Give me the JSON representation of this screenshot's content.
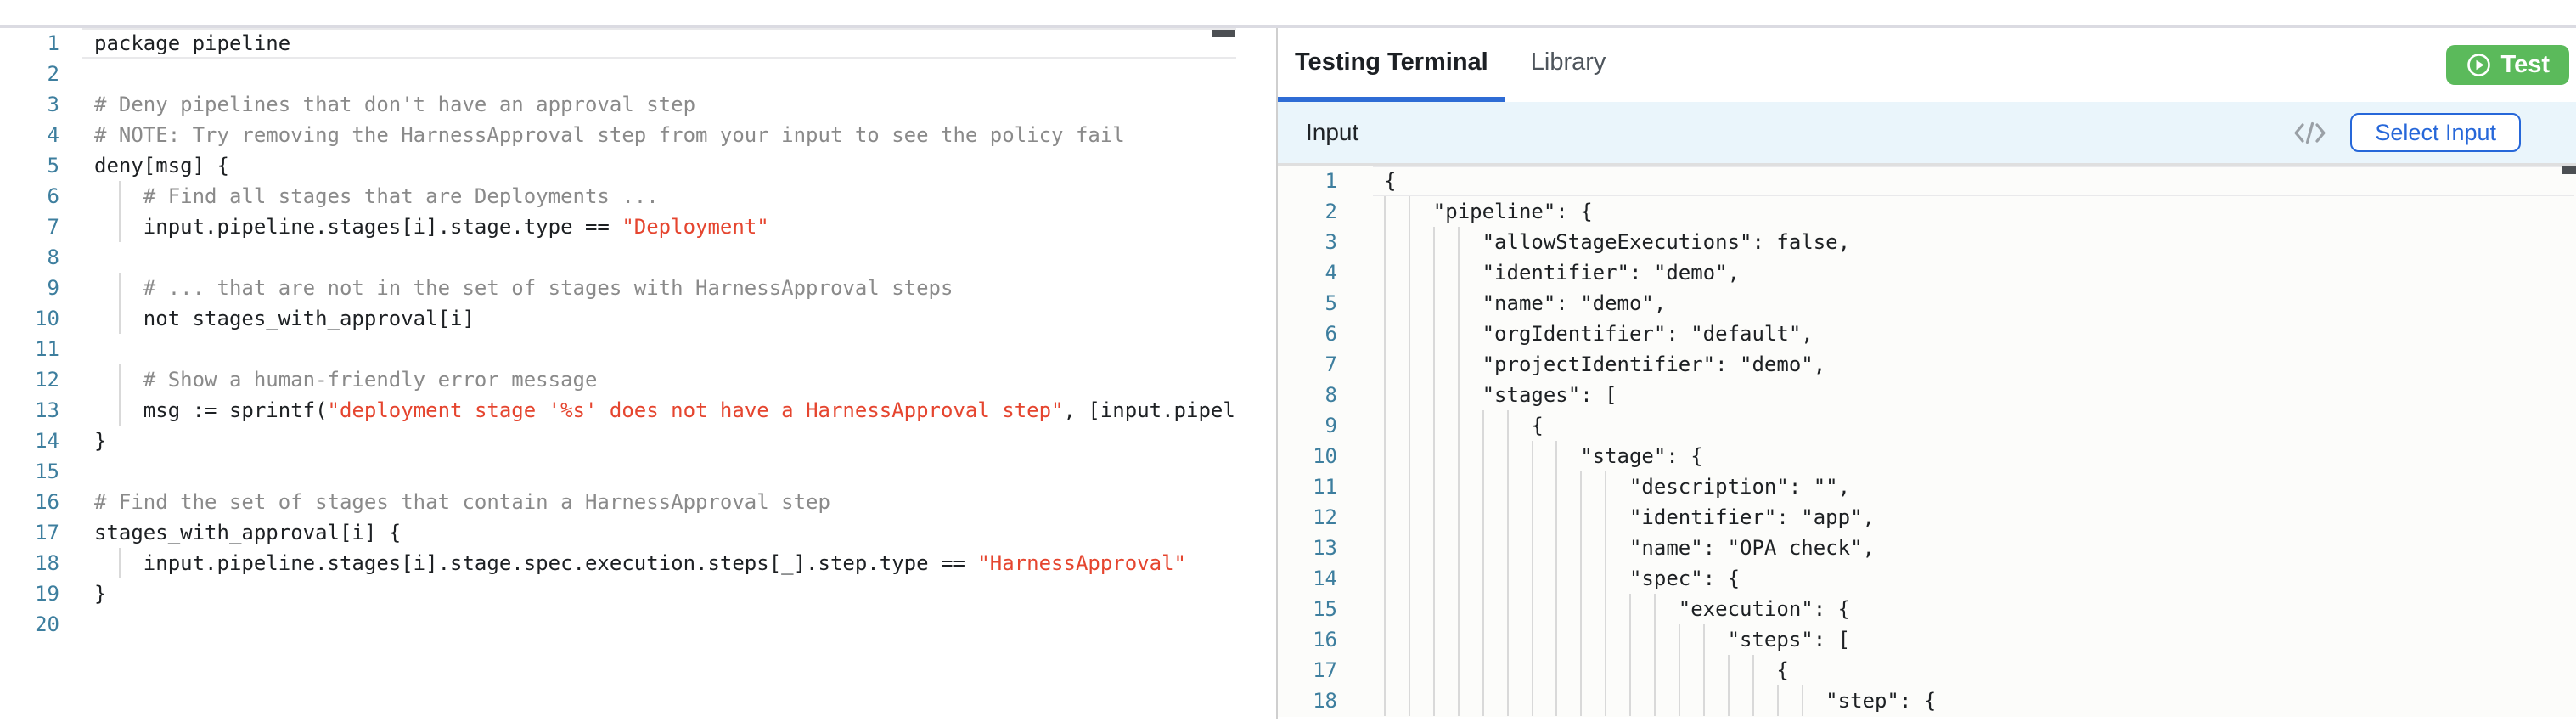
{
  "colors": {
    "accent_blue": "#2e6cd5",
    "button_blue": "#2667d9",
    "test_green": "#5bba5b",
    "string_red": "#e5452f",
    "comment_gray": "#8a8a8a",
    "line_number_blue": "#3d7e9e",
    "input_bar_bg": "#eaf5fb"
  },
  "policy_editor": {
    "language": "rego",
    "lines": [
      {
        "num": 1,
        "indent": 0,
        "current": true,
        "segments": [
          {
            "text": "package pipeline",
            "style": "default"
          }
        ]
      },
      {
        "num": 2,
        "indent": 0,
        "segments": []
      },
      {
        "num": 3,
        "indent": 0,
        "segments": [
          {
            "text": "# Deny pipelines that don't have an approval step",
            "style": "comment"
          }
        ]
      },
      {
        "num": 4,
        "indent": 0,
        "segments": [
          {
            "text": "# NOTE: Try removing the HarnessApproval step from your input to see the policy fail",
            "style": "comment"
          }
        ]
      },
      {
        "num": 5,
        "indent": 0,
        "segments": [
          {
            "text": "deny[msg] {",
            "style": "default"
          }
        ]
      },
      {
        "num": 6,
        "indent": 4,
        "segments": [
          {
            "text": "    # Find all stages that are Deployments ...",
            "style": "comment"
          }
        ]
      },
      {
        "num": 7,
        "indent": 4,
        "segments": [
          {
            "text": "    input.pipeline.stages[i].stage.type == ",
            "style": "default"
          },
          {
            "text": "\"Deployment\"",
            "style": "string"
          }
        ]
      },
      {
        "num": 8,
        "indent": 0,
        "segments": []
      },
      {
        "num": 9,
        "indent": 4,
        "segments": [
          {
            "text": "    # ... that are not in the set of stages with HarnessApproval steps",
            "style": "comment"
          }
        ]
      },
      {
        "num": 10,
        "indent": 4,
        "segments": [
          {
            "text": "    not stages_with_approval[i]",
            "style": "default"
          }
        ]
      },
      {
        "num": 11,
        "indent": 0,
        "segments": []
      },
      {
        "num": 12,
        "indent": 4,
        "segments": [
          {
            "text": "    # Show a human-friendly error message",
            "style": "comment"
          }
        ]
      },
      {
        "num": 13,
        "indent": 4,
        "segments": [
          {
            "text": "    msg := sprintf(",
            "style": "default"
          },
          {
            "text": "\"deployment stage '%s' does not have a HarnessApproval step\"",
            "style": "string"
          },
          {
            "text": ", [input.pipel",
            "style": "default"
          }
        ]
      },
      {
        "num": 14,
        "indent": 0,
        "segments": [
          {
            "text": "}",
            "style": "default"
          }
        ]
      },
      {
        "num": 15,
        "indent": 0,
        "segments": []
      },
      {
        "num": 16,
        "indent": 0,
        "segments": [
          {
            "text": "# Find the set of stages that contain a HarnessApproval step",
            "style": "comment"
          }
        ]
      },
      {
        "num": 17,
        "indent": 0,
        "segments": [
          {
            "text": "stages_with_approval[i] {",
            "style": "default"
          }
        ]
      },
      {
        "num": 18,
        "indent": 4,
        "segments": [
          {
            "text": "    input.pipeline.stages[i].stage.spec.execution.steps[_].step.type == ",
            "style": "default"
          },
          {
            "text": "\"HarnessApproval\"",
            "style": "string"
          }
        ]
      },
      {
        "num": 19,
        "indent": 0,
        "segments": [
          {
            "text": "}",
            "style": "default"
          }
        ]
      },
      {
        "num": 20,
        "indent": 0,
        "segments": []
      }
    ]
  },
  "right_panel": {
    "tabs": [
      {
        "label": "Testing Terminal",
        "active": true
      },
      {
        "label": "Library",
        "active": false
      }
    ],
    "test_button": {
      "label": "Test",
      "icon": "play-circle-icon"
    },
    "input_header": {
      "title": "Input",
      "code_icon": "code-icon",
      "select_button_label": "Select Input"
    },
    "json_editor": {
      "language": "json",
      "lines": [
        {
          "num": 1,
          "indent": 0,
          "current": true,
          "segments": [
            {
              "text": "{",
              "style": "default"
            }
          ]
        },
        {
          "num": 2,
          "indent": 4,
          "segments": [
            {
              "text": "    \"pipeline\": {",
              "style": "default"
            }
          ]
        },
        {
          "num": 3,
          "indent": 8,
          "segments": [
            {
              "text": "        \"allowStageExecutions\": false,",
              "style": "default"
            }
          ]
        },
        {
          "num": 4,
          "indent": 8,
          "segments": [
            {
              "text": "        \"identifier\": \"demo\",",
              "style": "default"
            }
          ]
        },
        {
          "num": 5,
          "indent": 8,
          "segments": [
            {
              "text": "        \"name\": \"demo\",",
              "style": "default"
            }
          ]
        },
        {
          "num": 6,
          "indent": 8,
          "segments": [
            {
              "text": "        \"orgIdentifier\": \"default\",",
              "style": "default"
            }
          ]
        },
        {
          "num": 7,
          "indent": 8,
          "segments": [
            {
              "text": "        \"projectIdentifier\": \"demo\",",
              "style": "default"
            }
          ]
        },
        {
          "num": 8,
          "indent": 8,
          "segments": [
            {
              "text": "        \"stages\": [",
              "style": "default"
            }
          ]
        },
        {
          "num": 9,
          "indent": 12,
          "segments": [
            {
              "text": "            {",
              "style": "default"
            }
          ]
        },
        {
          "num": 10,
          "indent": 16,
          "segments": [
            {
              "text": "                \"stage\": {",
              "style": "default"
            }
          ]
        },
        {
          "num": 11,
          "indent": 20,
          "segments": [
            {
              "text": "                    \"description\": \"\",",
              "style": "default"
            }
          ]
        },
        {
          "num": 12,
          "indent": 20,
          "segments": [
            {
              "text": "                    \"identifier\": \"app\",",
              "style": "default"
            }
          ]
        },
        {
          "num": 13,
          "indent": 20,
          "segments": [
            {
              "text": "                    \"name\": \"OPA check\",",
              "style": "default"
            }
          ]
        },
        {
          "num": 14,
          "indent": 20,
          "segments": [
            {
              "text": "                    \"spec\": {",
              "style": "default"
            }
          ]
        },
        {
          "num": 15,
          "indent": 24,
          "segments": [
            {
              "text": "                        \"execution\": {",
              "style": "default"
            }
          ]
        },
        {
          "num": 16,
          "indent": 28,
          "segments": [
            {
              "text": "                            \"steps\": [",
              "style": "default"
            }
          ]
        },
        {
          "num": 17,
          "indent": 32,
          "segments": [
            {
              "text": "                                {",
              "style": "default"
            }
          ]
        },
        {
          "num": 18,
          "indent": 36,
          "segments": [
            {
              "text": "                                    \"step\": {",
              "style": "default"
            }
          ]
        }
      ]
    }
  }
}
